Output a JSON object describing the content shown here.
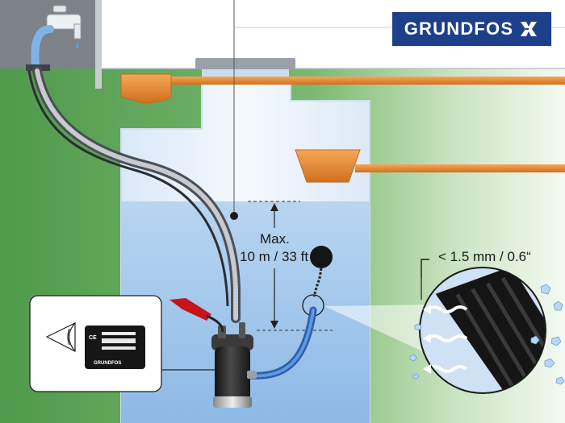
{
  "brand": {
    "name": "GRUNDFOS",
    "logo_color": "#1e3f8a"
  },
  "annotations": {
    "max_label": "Max.",
    "depth_label": "10 m / 33 ft",
    "gap_label": "< 1.5 mm / 0.6“"
  },
  "nameplate": {
    "ce_mark": "CE",
    "brand_small": "GRUNDFOS"
  },
  "icons": [
    "tap-icon",
    "eye-icon",
    "grundfos-x-icon"
  ],
  "colors": {
    "water": "#a9ccef",
    "pipe": "#e98a37",
    "hose": "#3a78c8",
    "pump": "#2b2b2b",
    "grass": "#5ba455"
  }
}
